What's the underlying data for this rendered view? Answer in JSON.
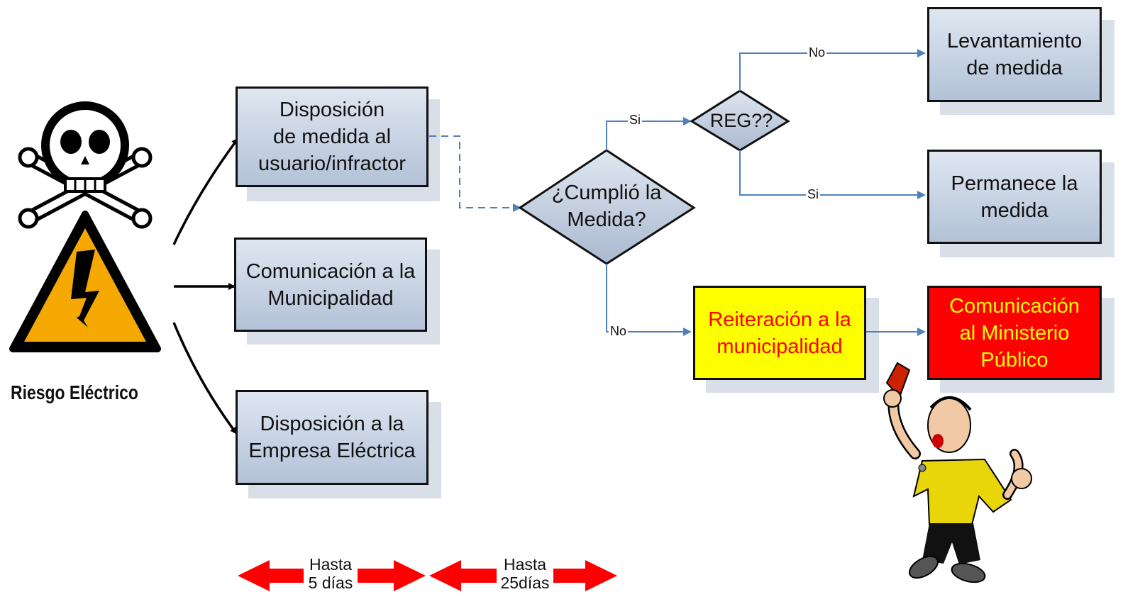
{
  "hazard": {
    "label": "Riesgo Eléctrico",
    "icons": [
      "skull-crossbones-icon",
      "high-voltage-warning-icon"
    ]
  },
  "boxes": {
    "disposicion_usuario": "Disposición\nde medida al\nusuario/infractor",
    "comunicacion_municipalidad": "Comunicación a la\nMunicipalidad",
    "disposicion_empresa": "Disposición a la\nEmpresa Eléctrica",
    "levantamiento": "Levantamiento\nde medida",
    "permanece": "Permanece la\nmedida",
    "reiteracion": "Reiteración a la\nmunicipalidad",
    "ministerio": "Comunicación\nal Ministerio\nPúblico"
  },
  "decisions": {
    "cumplio": "¿Cumplió la\nMedida?",
    "reg": "REG??"
  },
  "edge_labels": {
    "si_top": "Si",
    "no_bottom": "No",
    "no_reg": "No",
    "si_reg": "Si"
  },
  "timeline": {
    "first": "Hasta\n5 días",
    "second": "Hasta\n25días"
  },
  "colors": {
    "box_fill": "#c4d0e2",
    "alert_yellow": "#ffff00",
    "alert_red": "#ff0000",
    "connector_blue": "#4f81bd",
    "warning_orange": "#f5a800"
  },
  "illustration": "referee-showing-red-card"
}
